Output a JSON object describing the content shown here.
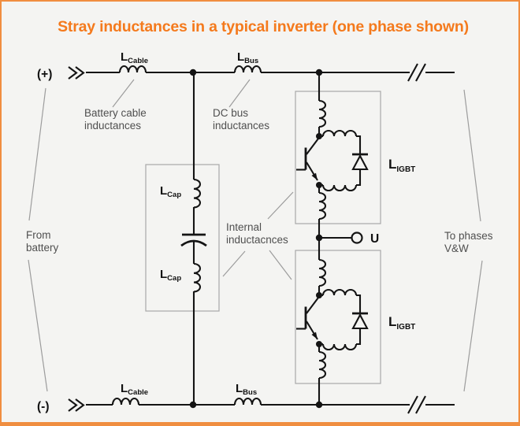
{
  "title": "Stray inductances in a typical inverter (one phase shown)",
  "terminals": {
    "positive": "(+)",
    "negative": "(-)",
    "output": "U"
  },
  "components": {
    "l_cable": {
      "main": "L",
      "sub": "Cable"
    },
    "l_bus": {
      "main": "L",
      "sub": "Bus"
    },
    "l_cap": {
      "main": "L",
      "sub": "Cap"
    },
    "l_igbt": {
      "main": "L",
      "sub": "IGBT"
    }
  },
  "annotations": {
    "battery_cable": {
      "line1": "Battery cable",
      "line2": "inductances"
    },
    "dc_bus": {
      "line1": "DC bus",
      "line2": "inductances"
    },
    "internal": {
      "line1": "Internal",
      "line2": "inductacnces"
    },
    "from_battery": {
      "line1": "From",
      "line2": "battery"
    },
    "to_phases": {
      "line1": "To phases",
      "line2": "V&W"
    }
  },
  "colors": {
    "accent_orange": "#f47a1d",
    "frame_orange": "#f08e40",
    "wire_black": "#141414",
    "annotation_gray": "#4f4f4f",
    "leader_gray": "#9c9c9c",
    "component_box_gray": "#a8a8a8",
    "background": "#f4f4f2"
  }
}
